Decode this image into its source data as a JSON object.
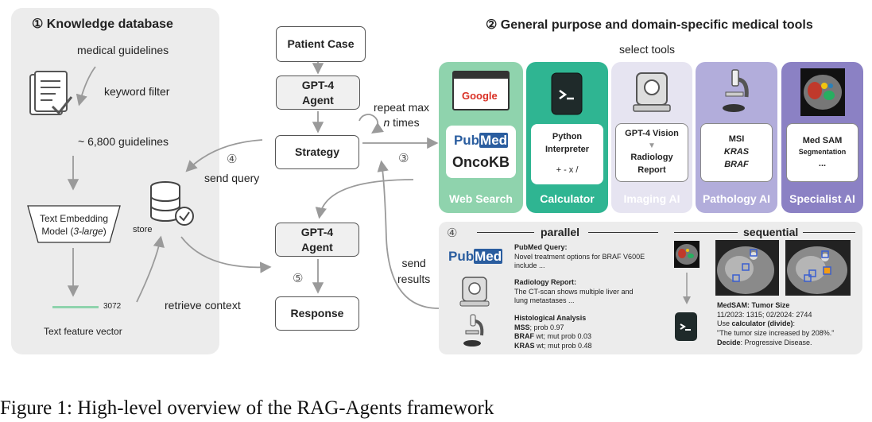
{
  "knowledge": {
    "title": "① Knowledge database",
    "guidelines": "medical guidelines",
    "filter": "keyword filter",
    "count": "~ 6,800 guidelines",
    "embed_line1": "Text Embedding",
    "embed_line2_pre": "Model (",
    "embed_line2_em": "3-large",
    "embed_line2_post": ")",
    "store": "store",
    "dim": "3072",
    "vector": "Text feature vector"
  },
  "flow": {
    "patient_case": "Patient Case",
    "agent1_line1": "GPT-4",
    "agent1_line2": "Agent",
    "strategy": "Strategy",
    "agent2_line1": "GPT-4",
    "agent2_line2": "Agent",
    "response": "Response",
    "repeat_line1": "repeat max",
    "repeat_n": "n",
    "repeat_line2": " times",
    "send_query_num": "④",
    "send_query": "send query",
    "step3": "③",
    "send_results_line1": "send",
    "send_results_line2": "results",
    "step5": "⑤",
    "retrieve": "retrieve context"
  },
  "tools": {
    "title": "② General purpose and domain-specific medical tools",
    "select": "select tools",
    "web": {
      "name": "Web Search",
      "google": "Google",
      "pubmed_pub": "Pub",
      "pubmed_med": "Med",
      "oncokb": "OncoKB"
    },
    "calc": {
      "name": "Calculator",
      "line1": "Python",
      "line2": "Interpreter",
      "ops": "+ - x /"
    },
    "imaging": {
      "name": "Imaging AI",
      "line1": "GPT-4 Vision",
      "line2": "Radiology",
      "line3": "Report"
    },
    "pathology": {
      "name": "Pathology AI",
      "line1": "MSI",
      "line2": "KRAS",
      "line3": "BRAF"
    },
    "specialist": {
      "name": "Specialist AI",
      "line1": "Med SAM",
      "line2": "Segmentation",
      "line3": "..."
    }
  },
  "results": {
    "step": "④",
    "parallel": "parallel",
    "sequential": "sequential",
    "pubmed_head": "PubMed Query:",
    "pubmed_l1": "Novel treatment options for BRAF V600E",
    "pubmed_l2": "include ...",
    "rad_head": "Radiology Report:",
    "rad_l1": "The CT-scan shows multiple liver and",
    "rad_l2": "lung metastases ...",
    "hist_head": "Histological Analysis",
    "msi_b": "MSS",
    "msi_r": "; prob 0.97",
    "braf_b": "BRAF",
    "braf_r": " wt; mut prob 0.03",
    "kras_b": "KRAS",
    "kras_r": " wt; mut prob 0.48",
    "seg_head": "MedSAM: Tumor Size",
    "seg_l1": "11/2023:  1315;  02/2024: 2744",
    "seg_l2_pre": "Use ",
    "seg_l2_b": "calculator (divide)",
    "seg_l2_post": ":",
    "seg_l3": "\"The tumor size increased by 208%.\"",
    "seg_l4_b": "Decide",
    "seg_l4_r": ": Progressive Disease."
  },
  "caption": "Figure 1: High-level overview of the RAG-Agents framework",
  "colors": {
    "web": "#8fd3ad",
    "calc": "#2fb592",
    "imaging": "#e6e4f1",
    "pathology": "#b2addb",
    "specialist": "#8b81c4",
    "pubmed_blue": "#2a5d9f",
    "arrow": "#9a9a9a"
  }
}
